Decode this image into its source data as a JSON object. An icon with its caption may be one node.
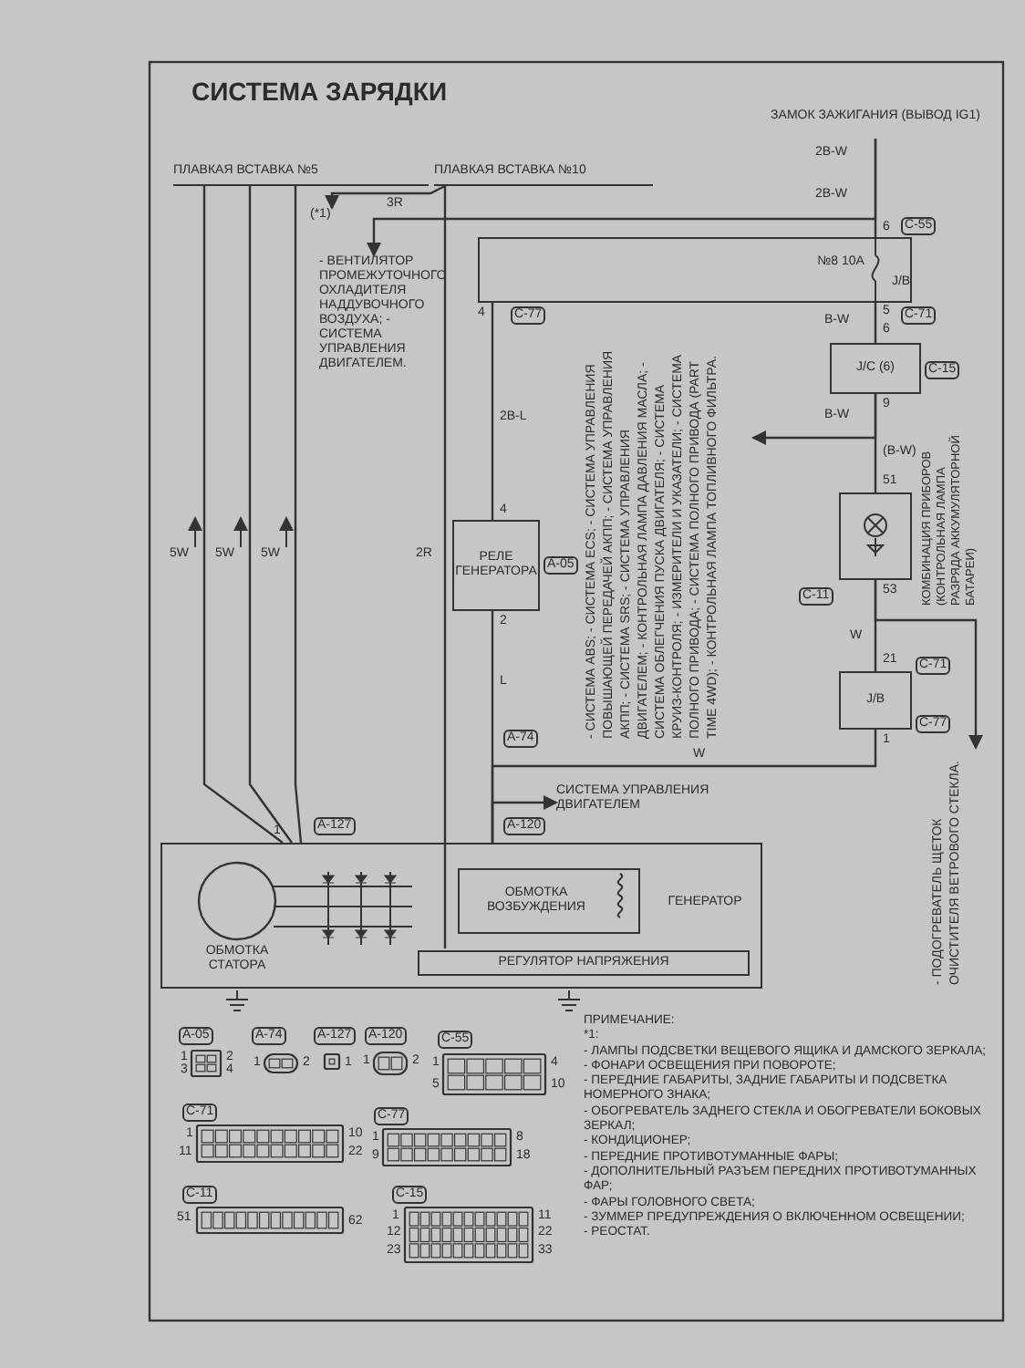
{
  "diagram": {
    "title": "СИСТЕМА ЗАРЯДКИ",
    "nodes": [
      {
        "text": [
          "ПЛАВКАЯ ВСТАВКА №5"
        ]
      },
      {
        "text": [
          "ПЛАВКАЯ ВСТАВКА №10"
        ]
      },
      {
        "text": [
          "(*1)"
        ]
      },
      {
        "text": [
          "- ВЕНТИЛЯТОР ПРОМЕЖУТОЧНОГО ОХЛАДИТЕЛЯ НАДДУВОЧНОГО ВОЗДУХА; - СИСТЕМА УПРАВЛЕНИЯ ДВИГАТЕЛЕМ."
        ]
      },
      {
        "text": [
          "ЗАМОК ЗАЖИГАНИЯ (ВЫВОД IG1)"
        ]
      },
      {
        "text": [
          "J/B",
          "№8 10A"
        ],
        "beside": [
          "C-55",
          "C-71",
          "C-77"
        ]
      },
      {
        "text": [
          "J/C (6)"
        ],
        "beside": [
          "C-15"
        ]
      },
      {
        "text": [],
        "shape": "box",
        "beside": [
          "C-11",
          "КОМБИНАЦИЯ ПРИБОРОВ (КОНТРОЛЬНАЯ ЛАМПА РАЗРЯДА АККУМУЛЯТОРНОЙ БАТАРЕИ)"
        ]
      },
      {
        "text": [
          "J/B"
        ],
        "beside": [
          "C-71",
          "C-77"
        ]
      },
      {
        "text": [
          "РЕЛЕ ГЕНЕРАТОРА"
        ],
        "beside": [
          "A-05"
        ]
      },
      {
        "text": [
          "- СИСТЕМА ABS; - СИСТЕМА ECS; - СИСТЕМА УПРАВЛЕНИЯ ПОВЫШАЮЩЕЙ ПЕРЕДАЧЕЙ АКПП; - СИСТЕМА УПРАВЛЕНИЯ АКПП; - СИСТЕМА SRS; - СИСТЕМА УПРАВЛЕНИЯ ДВИГАТЕЛЕМ; - КОНТРОЛЬНАЯ ЛАМПА ДАВЛЕНИЯ МАСЛА; - СИСТЕМА ОБЛЕГЧЕНИЯ ПУСКА ДВИГАТЕЛЯ; - СИСТЕМА КРУИЗ-КОНТРОЛЯ; - ИЗМЕРИТЕЛИ И УКАЗАТЕЛИ; - СИСТЕМА ПОЛНОГО ПРИВОДА; - СИСТЕМА ПОЛНОГО ПРИВОДА (PART TIME 4WD); - КОНТРОЛЬНАЯ ЛАМПА ТОПЛИВНОГО ФИЛЬТРА."
        ]
      },
      {
        "text": [
          "- ПОДОГРЕВАТЕЛЬ ЩЕТОК ОЧИСТИТЕЛЯ ВЕТРОВОГО СТЕКЛА."
        ]
      },
      {
        "text": [
          "СИСТЕМА УПРАВЛЕНИЯ ДВИГАТЕЛЕМ"
        ]
      },
      {
        "text": [
          "ГЕНЕРАТОР"
        ]
      },
      {
        "text": [
          "ОБМОТКА ВОЗБУЖДЕНИЯ"
        ],
        "in": 13
      },
      {
        "text": [
          "РЕГУЛЯТОР НАПРЯЖЕНИЯ"
        ],
        "in": 13
      },
      {
        "text": [
          "ОБМОТКА СТАТОРА"
        ],
        "in": 13
      }
    ],
    "edges": [
      {
        "from": 0,
        "to": 13,
        "arrow": "none",
        "label": "5W"
      },
      {
        "from": 0,
        "to": 13,
        "arrow": "none",
        "label": "5W"
      },
      {
        "from": 0,
        "to": 13,
        "arrow": "none",
        "label": "5W"
      },
      {
        "from": 1,
        "to": 2,
        "arrow": "to",
        "label": "3R"
      },
      {
        "from": 1,
        "to": 15,
        "arrow": "none",
        "label": "2R"
      },
      {
        "from": 4,
        "to": 5,
        "arrow": "none",
        "label": "2B-W"
      },
      {
        "from": 4,
        "to": 3,
        "arrow": "to"
      },
      {
        "from": 5,
        "to": 9,
        "arrow": "none",
        "label": "2B-L"
      },
      {
        "from": 5,
        "to": 6,
        "arrow": "none",
        "label": "B-W"
      },
      {
        "from": 6,
        "to": 7,
        "arrow": "none",
        "label": "B-W"
      },
      {
        "from": 6,
        "to": 10,
        "arrow": "to"
      },
      {
        "from": 7,
        "to": 8,
        "arrow": "none",
        "label": "W"
      },
      {
        "from": 7,
        "to": 11,
        "arrow": "to"
      },
      {
        "from": 8,
        "to": 13,
        "arrow": "none",
        "label": "W"
      },
      {
        "from": 9,
        "to": 13,
        "arrow": "none",
        "label": "L"
      },
      {
        "from": 13,
        "to": 12,
        "arrow": "to"
      }
    ],
    "labels": [
      "2B-W",
      "6",
      "4",
      "5",
      "6",
      "9",
      "51",
      "53",
      "(B-W)",
      "21",
      "1",
      "4",
      "2",
      "1",
      "A-127",
      "A-74",
      "A-120",
      "A-05",
      "1",
      "2",
      "3",
      "4",
      "A-74",
      "1",
      "2",
      "A-127",
      "1",
      "A-120",
      "1",
      "2",
      "C-55",
      "1",
      "4",
      "5",
      "10",
      "C-71",
      "1",
      "10",
      "11",
      "22",
      "C-77",
      "1",
      "8",
      "9",
      "18",
      "C-11",
      "51",
      "62",
      "C-15",
      "1",
      "11",
      "12",
      "22",
      "23",
      "33",
      "ПРИМЕЧАНИЕ:",
      "*1:",
      "- ЛАМПЫ ПОДСВЕТКИ ВЕЩЕВОГО ЯЩИКА И ДАМСКОГО ЗЕРКАЛА;",
      "- ФОНАРИ ОСВЕЩЕНИЯ ПРИ ПОВОРОТЕ;",
      "- ПЕРЕДНИЕ ГАБАРИТЫ, ЗАДНИЕ ГАБАРИТЫ И ПОДСВЕТКА НОМЕРНОГО ЗНАКА;",
      "- ОБОГРЕВАТЕЛЬ ЗАДНЕГО СТЕКЛА И ОБОГРЕВАТЕЛИ БОКОВЫХ ЗЕРКАЛ;",
      "- КОНДИЦИОНЕР;",
      "- ПЕРЕДНИЕ ПРОТИВОТУМАННЫЕ ФАРЫ;",
      "- ДОПОЛНИТЕЛЬНЫЙ РАЗЪЕМ ПЕРЕДНИХ ПРОТИВОТУМАННЫХ ФАР;",
      "- ФАРЫ ГОЛОВНОГО СВЕТА;",
      "- ЗУММЕР ПРЕДУПРЕЖДЕНИЯ О ВКЛЮЧЕННОМ ОСВЕЩЕНИИ;",
      "- РЕОСТАТ."
    ]
  }
}
